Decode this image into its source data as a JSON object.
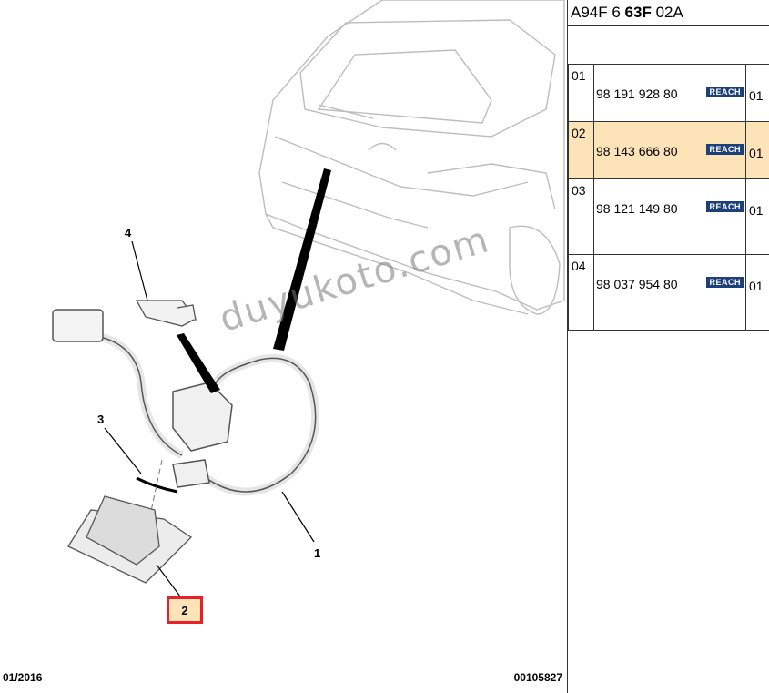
{
  "header": {
    "ref_prefix": "A94F 6",
    "ref_bold": "63F",
    "ref_suffix": "02A"
  },
  "diagram": {
    "callouts": [
      {
        "label": "4"
      },
      {
        "label": "3"
      },
      {
        "label": "1"
      },
      {
        "label": "2",
        "selected": true
      }
    ],
    "footer_left": "01/2016",
    "footer_right": "00105827",
    "watermark": "duyukoto.com"
  },
  "parts": [
    {
      "index": "01",
      "part_number": "98 191 928 80",
      "badge": "REACH",
      "qty": "01",
      "selected": false
    },
    {
      "index": "02",
      "part_number": "98 143 666 80",
      "badge": "REACH",
      "qty": "01",
      "selected": true
    },
    {
      "index": "03",
      "part_number": "98 121 149 80",
      "badge": "REACH",
      "qty": "01",
      "selected": false
    },
    {
      "index": "04",
      "part_number": "98 037 954 80",
      "badge": "REACH",
      "qty": "01",
      "selected": false
    }
  ],
  "colors": {
    "selected_row": "#fde3b8",
    "selected_callout_border": "#e8202a",
    "reach_badge": "#1d3f7a"
  }
}
